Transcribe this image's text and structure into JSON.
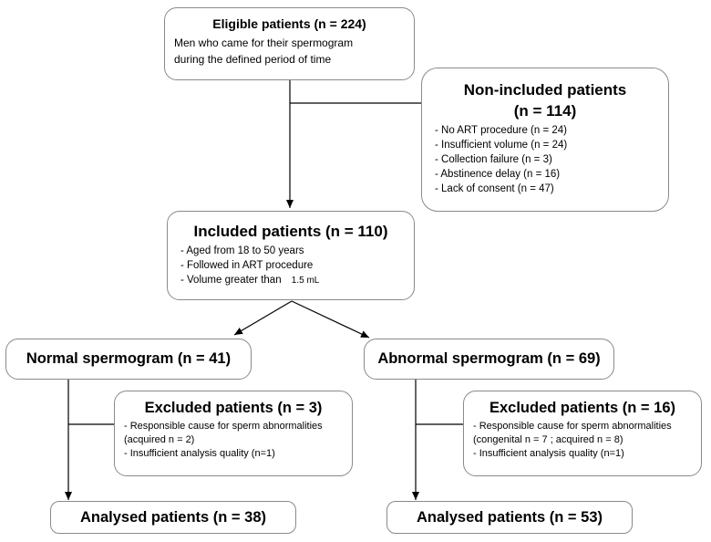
{
  "eligible": {
    "title": "Eligible patients (n = 224)",
    "lines": [
      "Men who came for their spermogram",
      "during the defined period of time"
    ]
  },
  "non_included": {
    "title_1": "Non-included patients",
    "title_2": "(n = 114)",
    "lines": [
      "- No ART procedure (n = 24)",
      "- Insufficient volume (n = 24)",
      "- Collection failure (n = 3)",
      "- Abstinence delay (n = 16)",
      "- Lack of consent (n = 47)"
    ]
  },
  "included": {
    "title": "Included patients (n = 110)",
    "lines": [
      "- Aged from 18 to 50 years",
      "- Followed in ART procedure",
      "- Volume greater than"
    ],
    "volume_value": "1.5 mL"
  },
  "normal": {
    "title": "Normal spermogram (n = 41)"
  },
  "abnormal": {
    "title": "Abnormal spermogram (n = 69)"
  },
  "excluded_left": {
    "title": "Excluded patients (n = 3)",
    "lines": [
      "- Responsible cause for sperm abnormalities",
      "(acquired n = 2)",
      "- Insufficient analysis quality (n=1)"
    ]
  },
  "excluded_right": {
    "title": "Excluded patients (n = 16)",
    "lines": [
      "- Responsible cause for sperm abnormalities",
      "(congenital n = 7 ; acquired n = 8)",
      "- Insufficient analysis quality (n=1)"
    ]
  },
  "analysed_left": {
    "title": "Analysed patients (n = 38)"
  },
  "analysed_right": {
    "title": "Analysed patients (n = 53)"
  }
}
